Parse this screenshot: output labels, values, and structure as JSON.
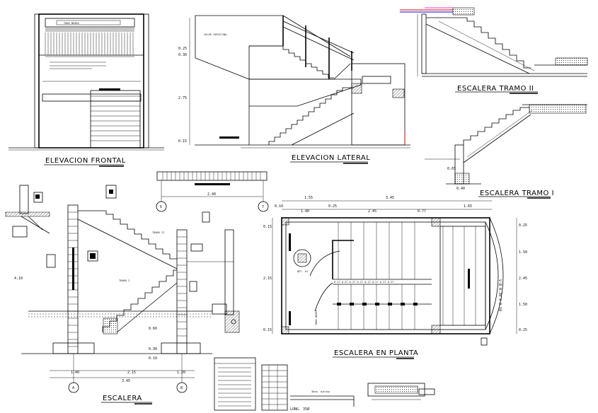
{
  "labels": {
    "elev_frontal": "ELEVACION FRONTAL",
    "elev_lateral": "ELEVACION LATERAL",
    "tramo2": "ESCALERA TRAMO II",
    "tramo1": "ESCALERA TRAMO I",
    "planta": "ESCALERA EN PLANTA",
    "escalera": "ESCALERA",
    "tramo2_small": "TRAMO II",
    "tramo1_small": "TRAMO I",
    "color_capuccino": "COLOR CAPUCCINO",
    "tubo_negro": "TUBO NEGRO",
    "tubo_negro_plan": "TUBO NEGRO",
    "min_30cm": "30cm. minimo",
    "long": "LONG. 35Ø"
  },
  "axes": {
    "a": "A",
    "b": "B",
    "six": "6",
    "seven": "7"
  },
  "dims": {
    "f_025": "0.25",
    "f_030": "0.30",
    "f_275": "2.75",
    "f_015": "0.15",
    "p_155": "1.55",
    "p_140": "1.40",
    "p_025a": "0.25",
    "p_245": "2.45",
    "p_077": "0.77",
    "p_165": "1.65",
    "p_345": "3.45",
    "p_010": "0.10",
    "p_r025a": "0.25",
    "p_r150a": "1.50",
    "p_r245": "2.45",
    "p_r150b": "1.50",
    "p_r025b": "0.25",
    "p_l015": "0.15",
    "p_l215": "2.15",
    "p_l015b": "0.15",
    "viga": "V-B  0.30 X 0.50",
    "e_410": "4.10",
    "e_060": "0.60",
    "e_030": "0.30",
    "e_010": "0.10",
    "e_140": "1.40",
    "e_215": "2.15",
    "e_120": "1.20",
    "e_345": "3.45",
    "beam_240": "2.40",
    "t1_065": "0.65",
    "t1_040": "0.40"
  }
}
